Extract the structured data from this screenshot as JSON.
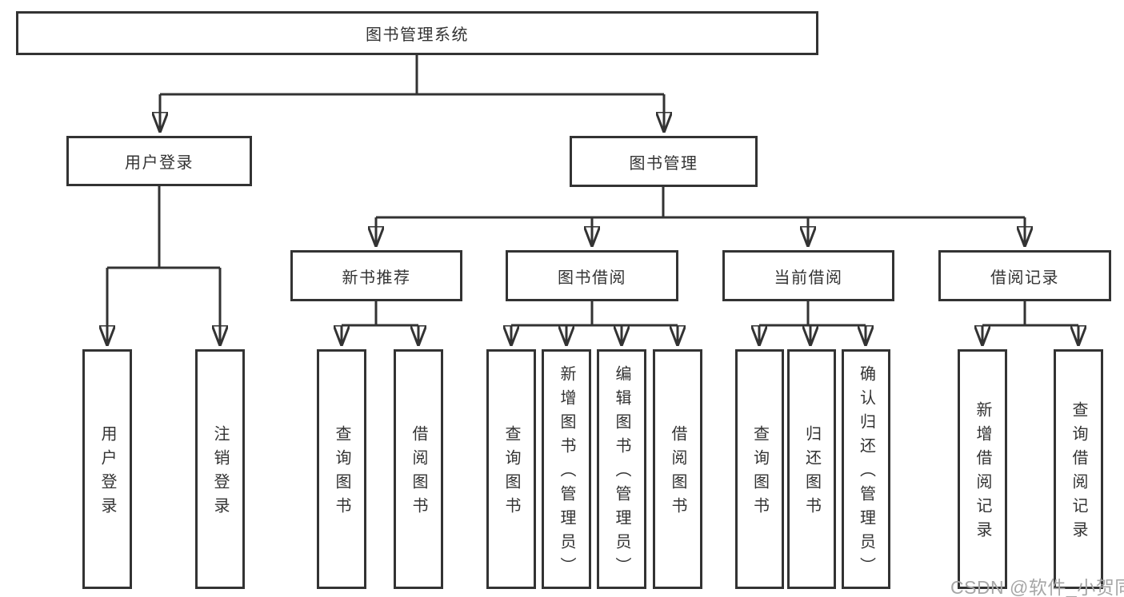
{
  "colors": {
    "line": "#333333",
    "box_border": "#333333",
    "text": "#333333",
    "watermark": "#a6a6a6",
    "background": "#ffffff"
  },
  "diagram": {
    "type": "tree",
    "title": "图书管理系统",
    "level2": [
      {
        "label": "用户登录"
      },
      {
        "label": "图书管理"
      }
    ],
    "level3": [
      {
        "label": "新书推荐",
        "parent": "图书管理"
      },
      {
        "label": "图书借阅",
        "parent": "图书管理"
      },
      {
        "label": "当前借阅",
        "parent": "图书管理"
      },
      {
        "label": "借阅记录",
        "parent": "图书管理"
      }
    ],
    "leaves": [
      {
        "label": "用户登录",
        "parent": "用户登录"
      },
      {
        "label": "注销登录",
        "parent": "用户登录"
      },
      {
        "label": "查询图书",
        "parent": "新书推荐"
      },
      {
        "label": "借阅图书",
        "parent": "新书推荐"
      },
      {
        "label": "查询图书",
        "parent": "图书借阅"
      },
      {
        "label": "新增图书（管理员）",
        "parent": "图书借阅"
      },
      {
        "label": "编辑图书（管理员）",
        "parent": "图书借阅"
      },
      {
        "label": "借阅图书",
        "parent": "图书借阅"
      },
      {
        "label": "查询图书",
        "parent": "当前借阅"
      },
      {
        "label": "归还图书",
        "parent": "当前借阅"
      },
      {
        "label": "确认归还（管理员）",
        "parent": "当前借阅"
      },
      {
        "label": "新增借阅记录",
        "parent": "借阅记录"
      },
      {
        "label": "查询借阅记录",
        "parent": "借阅记录"
      }
    ]
  },
  "watermark": {
    "text": "CSDN @软件_小贺同学"
  }
}
